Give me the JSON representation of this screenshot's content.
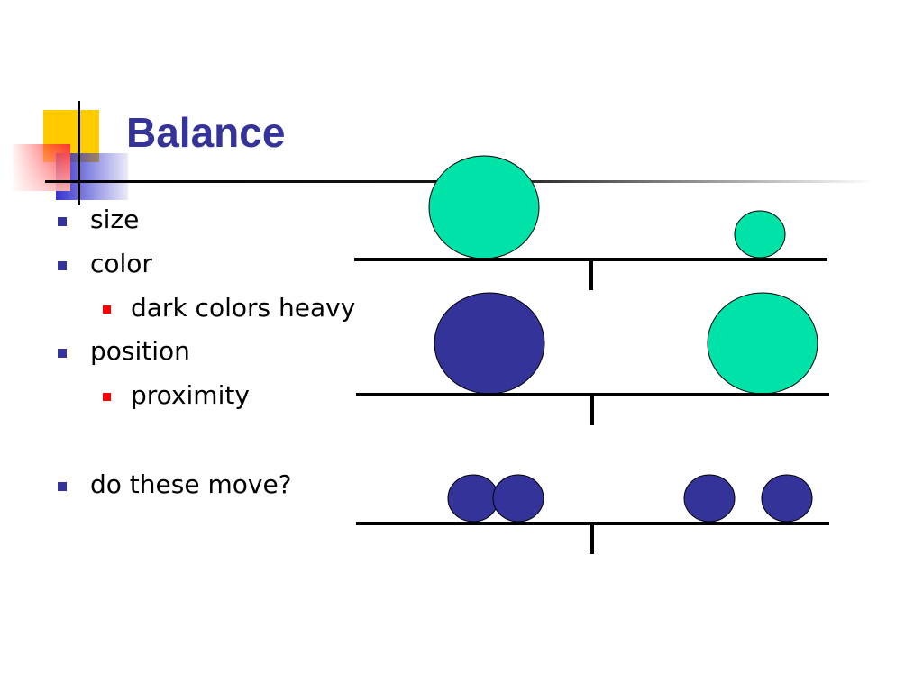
{
  "slide": {
    "title": "Balance",
    "colors": {
      "title": "#333399",
      "bullet_level_1": "#333399",
      "bullet_level_2": "#ff0000",
      "logo_yellow": "#ffcc00",
      "logo_red": "#ff3333",
      "logo_blue": "#3333cc",
      "teal_circle": "#00e3a8",
      "navy_circle": "#333399",
      "line": "#000000"
    },
    "bullets": [
      {
        "text": "size",
        "level": 1
      },
      {
        "text": "color",
        "level": 1
      },
      {
        "text": "dark colors heavy",
        "level": 2
      },
      {
        "text": "position",
        "level": 1
      },
      {
        "text": "proximity",
        "level": 2
      },
      {
        "text": "do these move?",
        "level": 1
      }
    ]
  },
  "diagram": {
    "scales": [
      {
        "name": "size-balance",
        "left": [
          {
            "color": "teal",
            "relative_size": "large"
          }
        ],
        "right": [
          {
            "color": "teal",
            "relative_size": "small"
          }
        ]
      },
      {
        "name": "color-balance",
        "left": [
          {
            "color": "navy",
            "relative_size": "large"
          }
        ],
        "right": [
          {
            "color": "teal",
            "relative_size": "large"
          }
        ]
      },
      {
        "name": "position-balance",
        "left": [
          {
            "color": "navy",
            "relative_size": "medium"
          },
          {
            "color": "navy",
            "relative_size": "medium"
          }
        ],
        "right": [
          {
            "color": "navy",
            "relative_size": "medium"
          },
          {
            "color": "navy",
            "relative_size": "medium"
          }
        ]
      }
    ]
  }
}
